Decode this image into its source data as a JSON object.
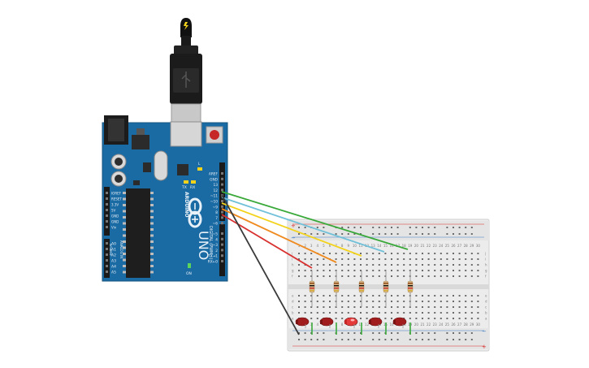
{
  "board": {
    "brand": "ARDUINO",
    "model": "UNO",
    "section_digital": "DIGITAL (PWM~)",
    "section_power": "POWER",
    "section_analog": "ANALOG IN",
    "led_labels": [
      "L",
      "TX",
      "RX"
    ],
    "on_label": "ON",
    "digital_pins": [
      "AREF",
      "GND",
      "13",
      "12",
      "~11",
      "~10",
      "~9",
      "8",
      "7",
      "~6",
      "~5",
      "4",
      "~3",
      "2",
      "TX→1",
      "RX←0"
    ],
    "power_pins": [
      "IOREF",
      "RESET",
      "3.3V",
      "5V",
      "GND",
      "GND",
      "Vin"
    ],
    "analog_pins": [
      "A0",
      "A1",
      "A2",
      "A3",
      "A4",
      "A5"
    ]
  },
  "breadboard": {
    "col_numbers": [
      "1",
      "2",
      "3",
      "4",
      "5",
      "6",
      "7",
      "8",
      "9",
      "10",
      "11",
      "12",
      "13",
      "14",
      "15",
      "16",
      "17",
      "18",
      "19",
      "20",
      "21",
      "22",
      "23",
      "24",
      "25",
      "26",
      "27",
      "28",
      "29",
      "30"
    ],
    "row_letters_top": [
      "j",
      "i",
      "h",
      "g",
      "f"
    ],
    "row_letters_bottom": [
      "e",
      "d",
      "c",
      "b",
      "a"
    ],
    "rail_plus": "+",
    "rail_minus": "−"
  },
  "colors": {
    "board": "#1a6aa3",
    "breadboard": "#ececec",
    "wire_green": "#3aa93a",
    "wire_blue": "#6fc0d8",
    "wire_yellow": "#f3d21c",
    "wire_orange": "#ef8a1e",
    "wire_red": "#d8312f",
    "wire_black": "#3a3a3a",
    "led_red": "#a11d1d",
    "led_lit": "#e43a3a"
  },
  "icons": {
    "usb_plug": "usb-plug-icon",
    "arduino_logo": "infinity-logo-icon",
    "reset": "reset-button-icon"
  }
}
